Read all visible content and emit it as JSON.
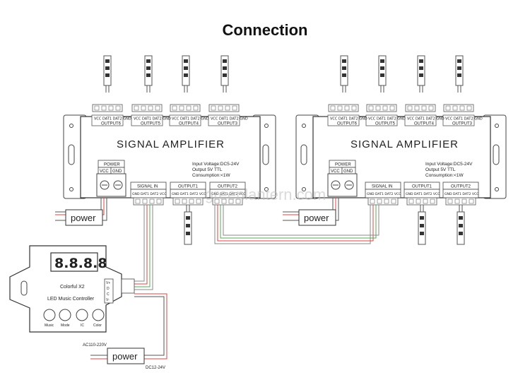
{
  "title": "Connection",
  "amplifier": {
    "name": "SIGNAL AMPLIFIER",
    "power_label": "POWER",
    "vcc": "VCC",
    "gnd": "GND",
    "spec_voltage": "Input Voltage:DC5-24V",
    "spec_output": "Output 5V TTL",
    "spec_consumption": "Consumption:<1W",
    "signal_in": "SIGNAL IN",
    "output1": "OUTPUT1",
    "output2": "OUTPUT2",
    "top_outputs": [
      "OUTPUT6",
      "OUTPUT5",
      "OUTPUT4",
      "OUTPUT3"
    ],
    "pins": [
      "GND",
      "DAT2",
      "DAT1",
      "VCC"
    ]
  },
  "controller": {
    "name_line1": "Colorful X2",
    "name_line2": "LED Music Controller",
    "display": "8.8.8.8",
    "buttons": [
      "Music",
      "Mode",
      "IC",
      "Color"
    ],
    "side_pins": [
      "V+",
      "D",
      "C",
      "V-"
    ],
    "ac_label": "AC110-220V",
    "dc_label": "DC12-24V"
  },
  "power_labels": [
    "power",
    "power",
    "power"
  ],
  "watermark": "greenlantern.com"
}
